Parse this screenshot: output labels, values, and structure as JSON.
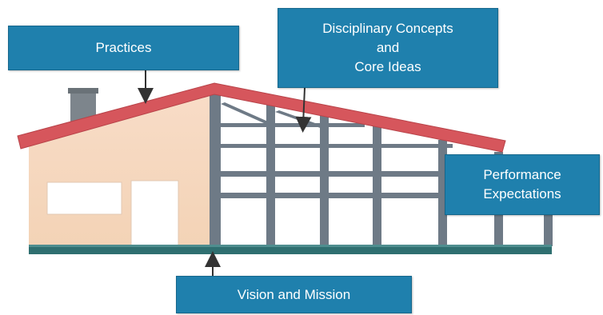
{
  "labels": {
    "practices": "Practices",
    "dci": [
      "Disciplinary Concepts",
      "and",
      "Core Ideas"
    ],
    "performance": [
      "Performance",
      "Expectations"
    ],
    "vision": "Vision and Mission"
  },
  "colors": {
    "box_fill": "#1f80ad",
    "roof": "#d6565c",
    "wall": "#f6d9c2",
    "frame": "#6e7a86",
    "foundation": "#2f6f70",
    "window": "#ffffff"
  }
}
